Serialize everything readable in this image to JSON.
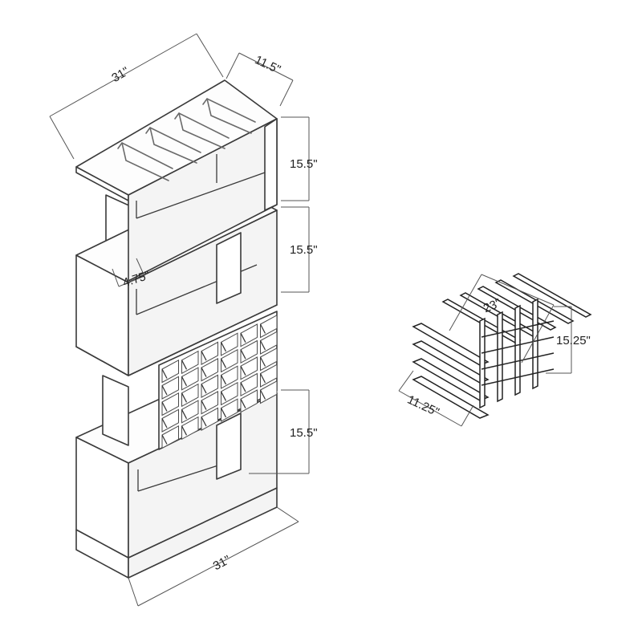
{
  "labels": {
    "top_width": "31\"",
    "top_depth": "11.5\"",
    "tier1_height": "15.5\"",
    "tier2_height": "15.5\"",
    "tier4_height": "15.5\"",
    "post_width": "4.75\"",
    "base_width": "31\"",
    "rack_length": "23\"",
    "rack_height": "15.25\"",
    "rack_depth": "11.25\""
  },
  "colors": {
    "line": "#3a3a3a",
    "background": "#ffffff"
  }
}
